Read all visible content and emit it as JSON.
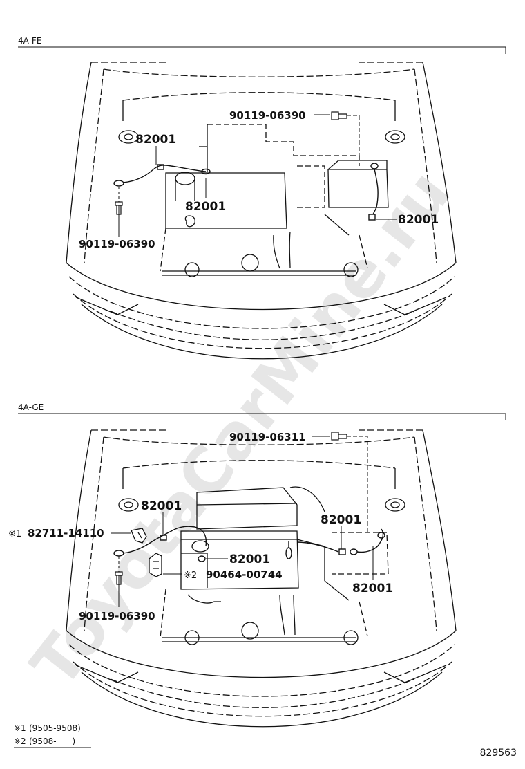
{
  "watermark": "ToyotaCarMine.ru",
  "sections": [
    {
      "title": "4A-FE",
      "callouts": [
        {
          "id": "fe-top-bolt",
          "label": "90119-06390"
        },
        {
          "id": "fe-left-wire",
          "label": "82001"
        },
        {
          "id": "fe-center-wire",
          "label": "82001"
        },
        {
          "id": "fe-right-wire",
          "label": "82001"
        },
        {
          "id": "fe-left-bolt",
          "label": "90119-06390"
        }
      ]
    },
    {
      "title": "4A-GE",
      "callouts": [
        {
          "id": "ge-top-bolt",
          "label": "90119-06311"
        },
        {
          "id": "ge-left-wire",
          "label": "82001"
        },
        {
          "id": "ge-sensor",
          "mark": "※1",
          "label": "82711-14110"
        },
        {
          "id": "ge-center-wire",
          "label": "82001"
        },
        {
          "id": "ge-clamp",
          "mark": "※2",
          "label": "90464-00744"
        },
        {
          "id": "ge-right-top-wire",
          "label": "82001"
        },
        {
          "id": "ge-right-bottom-wire",
          "label": "82001"
        },
        {
          "id": "ge-left-bolt",
          "label": "90119-06390"
        }
      ]
    }
  ],
  "notes": [
    {
      "mark": "※1",
      "text": "(9505-9508)"
    },
    {
      "mark": "※2",
      "text": "(9508-      )"
    }
  ],
  "diagram_number": "829563"
}
